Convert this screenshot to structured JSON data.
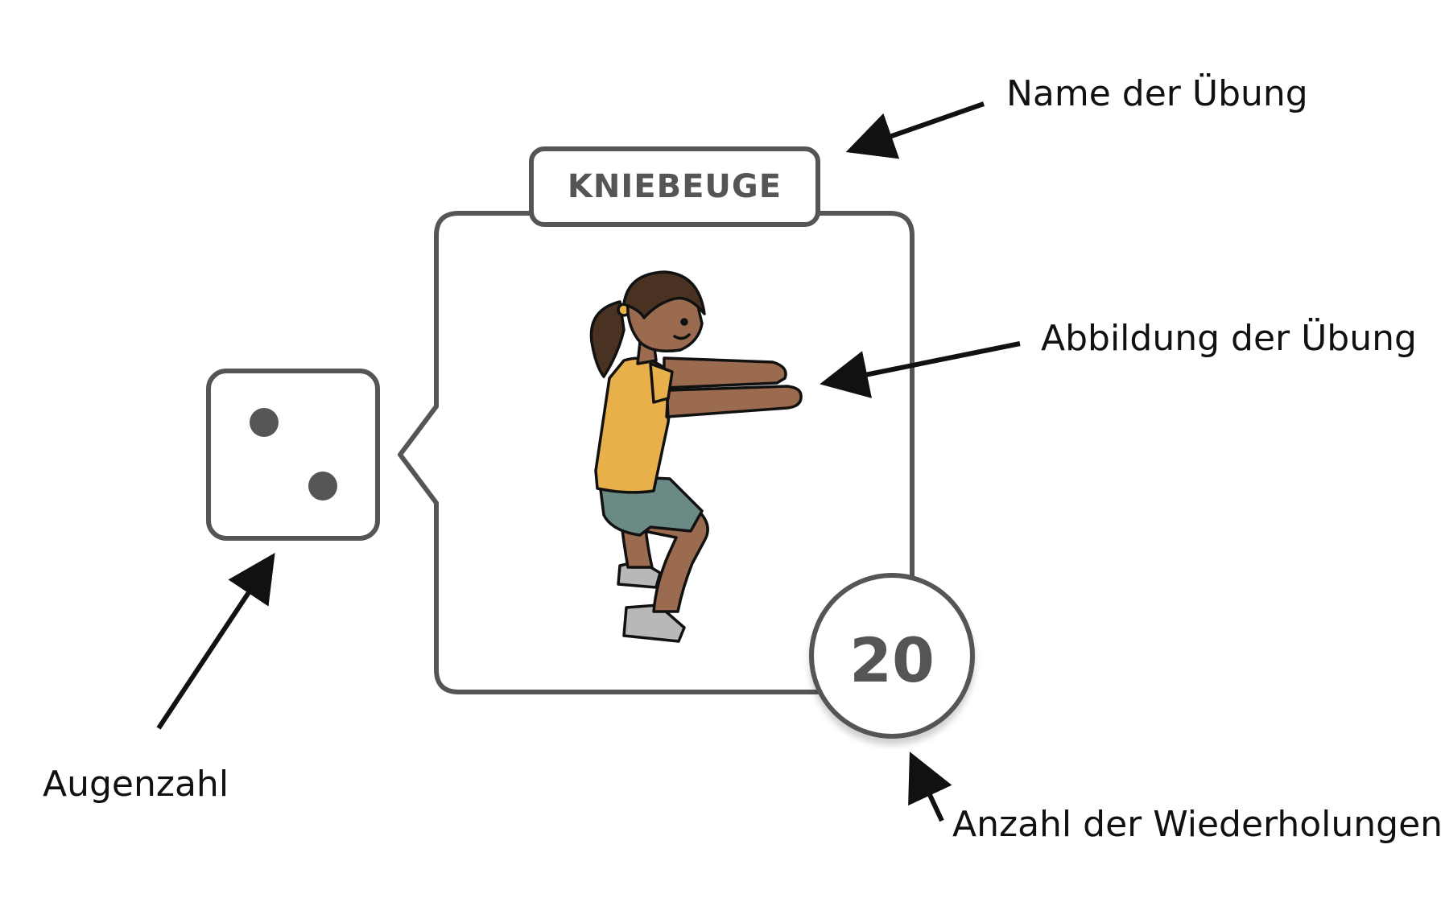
{
  "card": {
    "exercise_name": "KNIEBEUGE",
    "repetitions": "20",
    "die_pips": 2,
    "image_icon": "squatting-girl-illustration"
  },
  "annotations": {
    "name": "Name der Übung",
    "image": "Abbildung der Übung",
    "pips": "Augenzahl",
    "repetitions": "Anzahl der Wiederholungen"
  },
  "colors": {
    "outline": "#555555",
    "shirt": "#e8b04a",
    "shorts": "#6b8a86",
    "skin": "#9a6b4f",
    "hair": "#4a3222",
    "shoes": "#b0b0b0",
    "arrow": "#111111"
  }
}
